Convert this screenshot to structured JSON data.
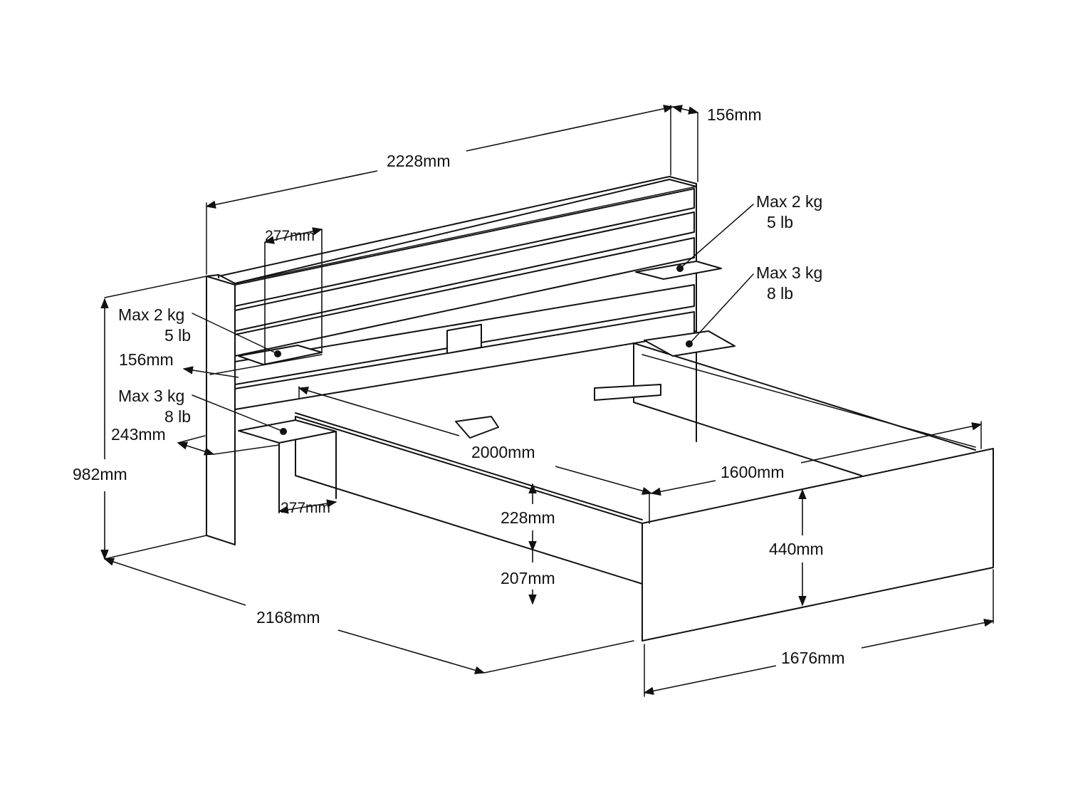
{
  "dimensions": {
    "headboard_width": "2228mm",
    "headboard_depth_top": "156mm",
    "shelf_depth_upper": "156mm",
    "shelf_width_upper": "277mm",
    "shelf_depth_lower": "243mm",
    "shelf_width_lower": "277mm",
    "total_height": "982mm",
    "total_length": "2168mm",
    "total_width": "1676mm",
    "mattress_length": "2000mm",
    "mattress_width": "1600mm",
    "rail_height": "228mm",
    "floor_clearance": "207mm",
    "footboard_height": "440mm"
  },
  "loads": {
    "right_upper_kg": "Max 2 kg",
    "right_upper_lb": "5 lb",
    "right_lower_kg": "Max 3 kg",
    "right_lower_lb": "8 lb",
    "left_upper_kg": "Max 2 kg",
    "left_upper_lb": "5 lb",
    "left_lower_kg": "Max 3 kg",
    "left_lower_lb": "8 lb"
  }
}
